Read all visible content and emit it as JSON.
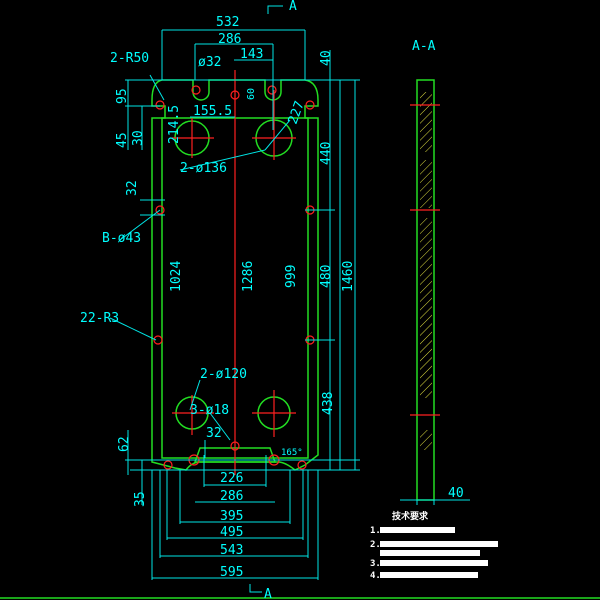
{
  "drawing": {
    "section_marks": {
      "top": "A",
      "bottom": "A"
    },
    "section_title": "A-A",
    "dimensions": {
      "width_532": "532",
      "top_286": "286",
      "top_143": "143",
      "top_40": "40",
      "r50": "2-R50",
      "d32": "ø32",
      "d60": "60",
      "d155_5": "155.5",
      "d227": "227",
      "d95": "95",
      "d214_5": "214.5",
      "d45": "45",
      "d30": "30",
      "d136": "2-ø136",
      "d440": "440",
      "d32_left": "32",
      "b43": "B-ø43",
      "d1024": "1024",
      "d1286": "1286",
      "d999": "999",
      "d480": "480",
      "d1460": "1460",
      "r3": "22-R3",
      "d120": "2-ø120",
      "d438": "438",
      "d18": "3-ø18",
      "d32_bottom": "32",
      "d62": "62",
      "d165": "165°",
      "d35": "35",
      "b226": "226",
      "b286": "286",
      "b395": "395",
      "b495": "495",
      "b543": "543",
      "b595": "595",
      "section_40": "40"
    },
    "notes": {
      "title": "技术要求",
      "items": [
        "1.",
        "2.",
        "3.",
        "4."
      ]
    }
  }
}
